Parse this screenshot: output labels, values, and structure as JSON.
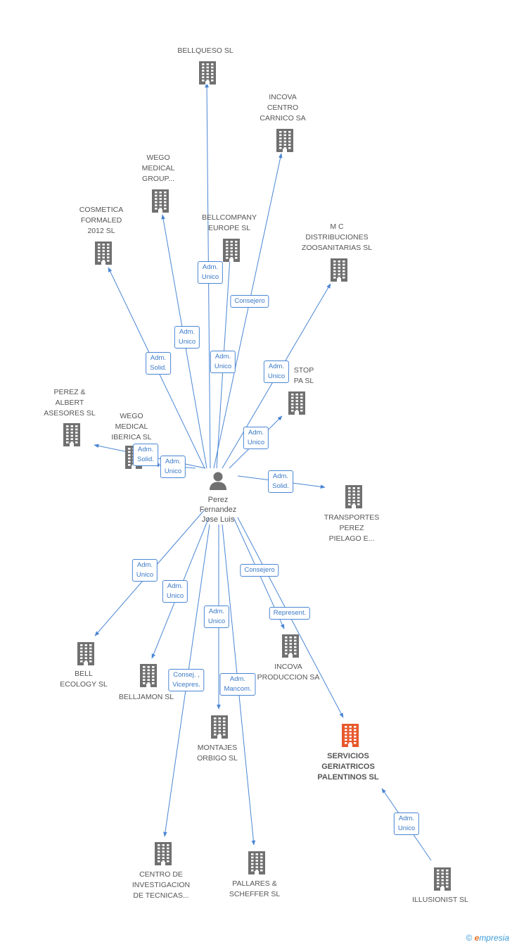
{
  "person": {
    "label": "Perez\nFernandez\nJose Luis"
  },
  "nodes": [
    {
      "id": "bellqueso",
      "label": "BELLQUESO SL",
      "highlight": false
    },
    {
      "id": "incova_cc",
      "label": "INCOVA\nCENTRO\nCARNICO SA",
      "highlight": false
    },
    {
      "id": "wego_mg",
      "label": "WEGO\nMEDICAL\nGROUP...",
      "highlight": false
    },
    {
      "id": "cosmetica",
      "label": "COSMETICA\nFORMALED\n2012 SL",
      "highlight": false
    },
    {
      "id": "bellcompany",
      "label": "BELLCOMPANY\nEUROPE SL",
      "highlight": false
    },
    {
      "id": "mc_dist",
      "label": "M C\nDISTRIBUCIONES\nZOOSANITARIAS SL",
      "highlight": false
    },
    {
      "id": "stop",
      "label": "STOP\nPA SL",
      "highlight": false
    },
    {
      "id": "perez_albert",
      "label": "PEREZ &\nALBERT\nASESORES SL",
      "highlight": false
    },
    {
      "id": "wego_iberica",
      "label": "WEGO\nMEDICAL\nIBERICA SL",
      "highlight": false
    },
    {
      "id": "transportes",
      "label": "TRANSPORTES\nPEREZ\nPIELAGO E...",
      "highlight": false
    },
    {
      "id": "bell_ecology",
      "label": "BELL\nECOLOGY  SL",
      "highlight": false
    },
    {
      "id": "belljamon",
      "label": "BELLJAMON SL",
      "highlight": false
    },
    {
      "id": "incova_prod",
      "label": "INCOVA\nPRODUCCION SA",
      "highlight": false
    },
    {
      "id": "montajes",
      "label": "MONTAJES\nORBIGO SL",
      "highlight": false
    },
    {
      "id": "servicios",
      "label": "SERVICIOS\nGERIATRICOS\nPALENTINOS SL",
      "highlight": true
    },
    {
      "id": "centro",
      "label": "CENTRO DE\nINVESTIGACION\nDE TECNICAS...",
      "highlight": false
    },
    {
      "id": "pallares",
      "label": "PALLARES &\nSCHEFFER SL",
      "highlight": false
    },
    {
      "id": "illusionist",
      "label": "ILLUSIONIST SL",
      "highlight": false
    }
  ],
  "edges": [
    {
      "label": "Adm.\nUnico"
    },
    {
      "label": "Consejero"
    },
    {
      "label": "Adm.\nUnico"
    },
    {
      "label": "Adm.\nSolid."
    },
    {
      "label": "Adm.\nUnico"
    },
    {
      "label": "Adm.\nUnico"
    },
    {
      "label": "Adm.\nUnico"
    },
    {
      "label": "Adm.\nSolid."
    },
    {
      "label": "Adm.\nUnico"
    },
    {
      "label": "Adm.\nSolid."
    },
    {
      "label": "Adm.\nUnico"
    },
    {
      "label": "Adm.\nUnico"
    },
    {
      "label": "Consejero"
    },
    {
      "label": "Adm.\nUnico"
    },
    {
      "label": "Represent."
    },
    {
      "label": "Consej. ,\nVicepres."
    },
    {
      "label": "Adm.\nMancom."
    },
    {
      "label": "Adm.\nUnico"
    }
  ],
  "colors": {
    "edge": "#4a86d4",
    "building": "#707070",
    "highlight": "#e8582c",
    "person": "#707070"
  },
  "icons": {
    "company": "building-icon",
    "person": "person-icon"
  },
  "footer": {
    "copyright": "©",
    "brand_e": "e",
    "brand_rest": "mpresia"
  }
}
